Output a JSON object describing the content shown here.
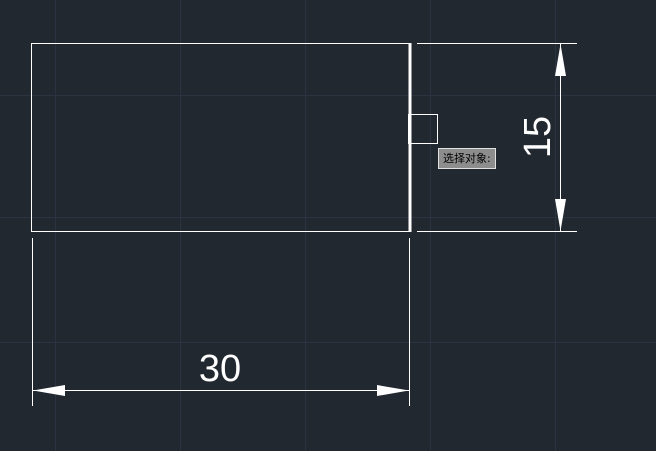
{
  "canvas": {
    "background": "#212830",
    "grid_color": "#2b3340",
    "line_color": "#ffffff"
  },
  "dimensions": {
    "width_label": "30",
    "height_label": "15"
  },
  "tooltip": {
    "text": "选择对象:"
  },
  "pickbox": {
    "icon": "square-cursor-icon"
  }
}
